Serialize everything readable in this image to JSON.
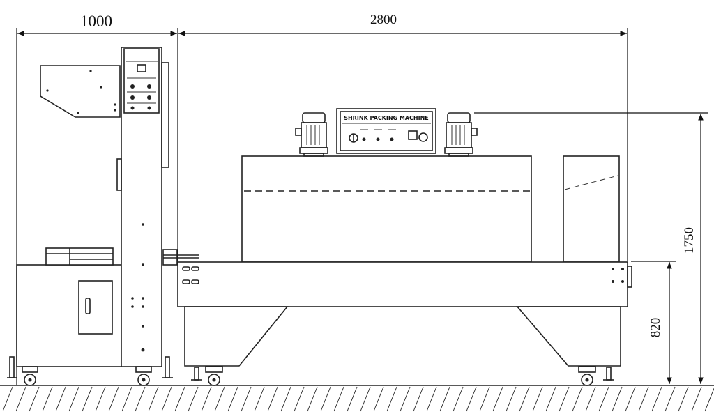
{
  "dimensions": {
    "width_left": "1000",
    "width_main": "2800",
    "height_total": "1750",
    "height_table": "820"
  },
  "panel_label": "SHRINK PACKING MACHINE",
  "colors": {
    "line": "#222222",
    "background": "#ffffff",
    "ground_hatch": "#333333"
  }
}
